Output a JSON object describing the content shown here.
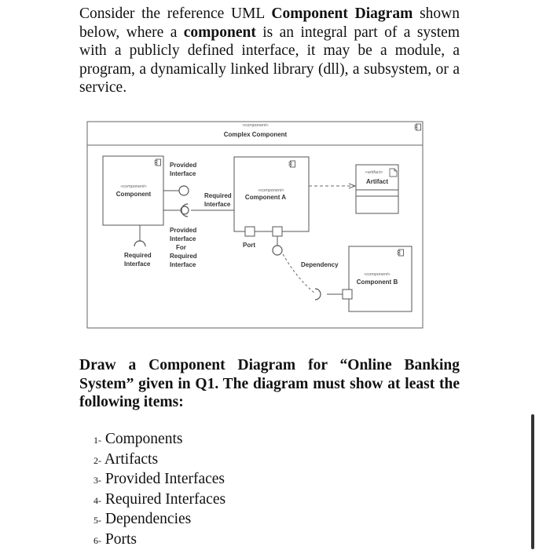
{
  "intro": {
    "t1": "Consider the reference UML ",
    "t2": "Component Diagram",
    "t3": " shown below, where a ",
    "t4": "component",
    "t5": " is an integral part of a system with a publicly defined interface, it may be a module, a program, a dynamically linked library (dll), a subsystem, or a service."
  },
  "diagram": {
    "outer": {
      "stereotype": "«component»",
      "name": "Complex Component"
    },
    "component": {
      "stereotype": "«component»",
      "name": "Component"
    },
    "component_a": {
      "stereotype": "«component»",
      "name": "Component A"
    },
    "component_b": {
      "stereotype": "«component»",
      "name": "Component B"
    },
    "artifact": {
      "stereotype": "«artifact»",
      "name": "Artifact"
    },
    "provided_interface": [
      "Provided",
      "Interface"
    ],
    "required_interface_top": [
      "Required",
      "Interface"
    ],
    "provided_for_required": [
      "Provided",
      "Interface",
      "For",
      "Required",
      "Interface"
    ],
    "required_interface_bottom": [
      "Required",
      "Interface"
    ],
    "port": "Port",
    "dependency": "Dependency"
  },
  "task": "Draw a Component Diagram for “Online Banking System” given in Q1. The diagram must show at least the following items:",
  "items": [
    {
      "num": "1-",
      "label": "Components"
    },
    {
      "num": "2-",
      "label": "Artifacts"
    },
    {
      "num": "3-",
      "label": "Provided Interfaces"
    },
    {
      "num": "4-",
      "label": "Required Interfaces"
    },
    {
      "num": "5-",
      "label": "Dependencies"
    },
    {
      "num": "6-",
      "label": "Ports"
    }
  ]
}
